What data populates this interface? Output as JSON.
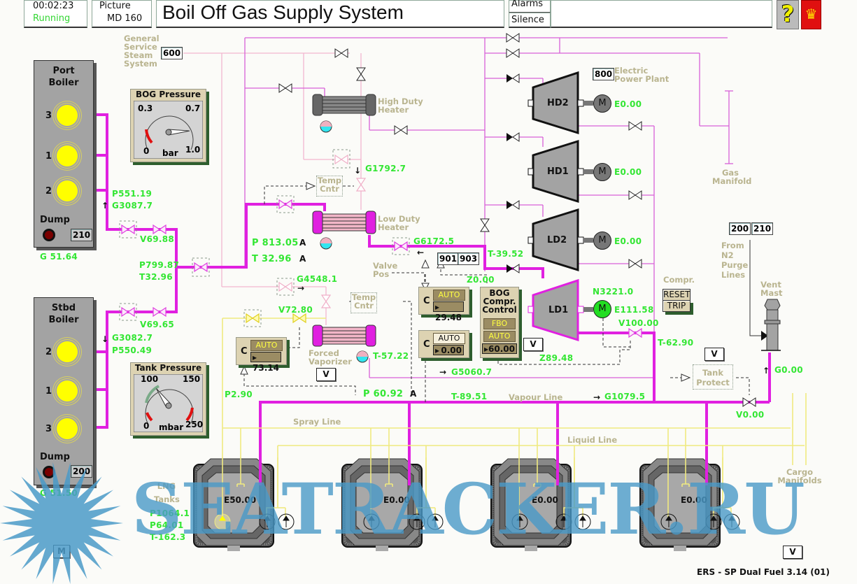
{
  "header": {
    "clock": "00:02:23",
    "run_state": "Running",
    "picture_label": "Picture",
    "picture_id": "MD 160",
    "title": "Boil Off Gas Supply System",
    "alarms_label": "Alarms",
    "silence_label": "Silence",
    "help_icon": "question-mark-icon",
    "logo_icon": "company-logo-icon"
  },
  "labels": {
    "gs_steam": "General Service Steam System",
    "gs_steam_pic": "600",
    "high_duty_heater": "High Duty Heater",
    "low_duty_heater": "Low Duty Heater",
    "forced_vaporizer": "Forced Vaporizer",
    "temp_cntr": "Temp Cntr",
    "valve_pos": "Valve Pos",
    "electric_power_plant": "Electric Power Plant",
    "elec_pic": "800",
    "gas_manifold": "Gas Manifold",
    "n2_purge": "From N2 Purge Lines",
    "n2_pic_a": "200",
    "n2_pic_b": "210",
    "vent_mast": "Vent Mast",
    "tank_protect": "Tank Protect",
    "compr": "Compr.",
    "reset": "RESET",
    "trip": "TRIP",
    "vapour_line": "Vapour Line",
    "spray_line": "Spray Line",
    "liquid_line": "Liquid Line",
    "cargo_manifolds": "Cargo Manifolds",
    "lng_tanks": "LNG Tanks",
    "bog_control": "BOG Compr. Control",
    "pic_901": "901",
    "pic_903": "903",
    "v": "V",
    "a": "A",
    "m": "M",
    "footer": "ERS - SP Dual Fuel 3.14 (01)"
  },
  "boilers": {
    "port": {
      "title": "Port Boiler",
      "burners": [
        "3",
        "1",
        "2"
      ],
      "dump": "Dump",
      "pic": "210",
      "gas": "G 51.64",
      "pressure": "P551.19",
      "flow": "G3087.7",
      "valve": "V69.88"
    },
    "stbd": {
      "title": "Stbd Boiler",
      "burners": [
        "2",
        "1",
        "3"
      ],
      "dump": "Dump",
      "pic": "200",
      "gas": "G 51.50",
      "pressure": "P550.49",
      "flow": "G3082.7",
      "valve": "V69.65"
    }
  },
  "gauges": {
    "bog": {
      "title": "BOG Pressure",
      "unit": "bar",
      "min": "0",
      "low": "0.3",
      "high": "0.7",
      "max": "1.0",
      "value": 0.82
    },
    "tank": {
      "title": "Tank Pressure",
      "unit": "mbar",
      "min": "0",
      "low": "100",
      "high": "150",
      "max": "250",
      "value": 92
    }
  },
  "readings": {
    "p_header": "P799.87",
    "t_header": "T32.96",
    "p_ldh": "P 813.05",
    "t_ldh": "T 32.96",
    "g_hdh": "G1792.7",
    "g_ldh": "G6172.5",
    "g_fv": "G4548.1",
    "v_fv": "V72.80",
    "t_fv": "T-57.22",
    "p_fv": "P2.90",
    "p_vap": "P 60.92",
    "t_vap": "T-89.51",
    "g_vap": "G1079.5",
    "g_comp": "G5060.7",
    "t_ld1_in": "T-39.52",
    "z_top": "Z0.00",
    "z_bot": "Z89.48",
    "n_ld1": "N3221.0",
    "e_hd2": "E0.00",
    "e_hd1": "E0.00",
    "e_ld2": "E0.00",
    "e_ld1": "E111.58",
    "v_ld1": "V100.00",
    "t_ld1_out": "T-62.90",
    "g_vent": "G0.00",
    "v_vent": "V0.00",
    "tank_p1": "P1064.1",
    "tank_p2": "P64.01",
    "tank_t": "T-162.3"
  },
  "controllers": {
    "fv": {
      "c": "C",
      "mode": "AUTO",
      "value": "73.14"
    },
    "c1": {
      "c": "C",
      "mode": "AUTO",
      "value": "29.48"
    },
    "c2": {
      "c": "C",
      "mode": "AUTO",
      "value": "0.00"
    },
    "bog": {
      "mode1": "FBO",
      "mode2": "AUTO",
      "value": "60.00"
    }
  },
  "compressors": [
    {
      "name": "HD2",
      "motor": "M"
    },
    {
      "name": "HD1",
      "motor": "M"
    },
    {
      "name": "LD2",
      "motor": "M"
    },
    {
      "name": "LD1",
      "motor": "M"
    }
  ],
  "tanks": [
    {
      "level": "E50.00"
    },
    {
      "level": "E0.00"
    },
    {
      "level": "E0.00"
    },
    {
      "level": "E0.00"
    }
  ],
  "watermark": "SEATRACKER.RU"
}
